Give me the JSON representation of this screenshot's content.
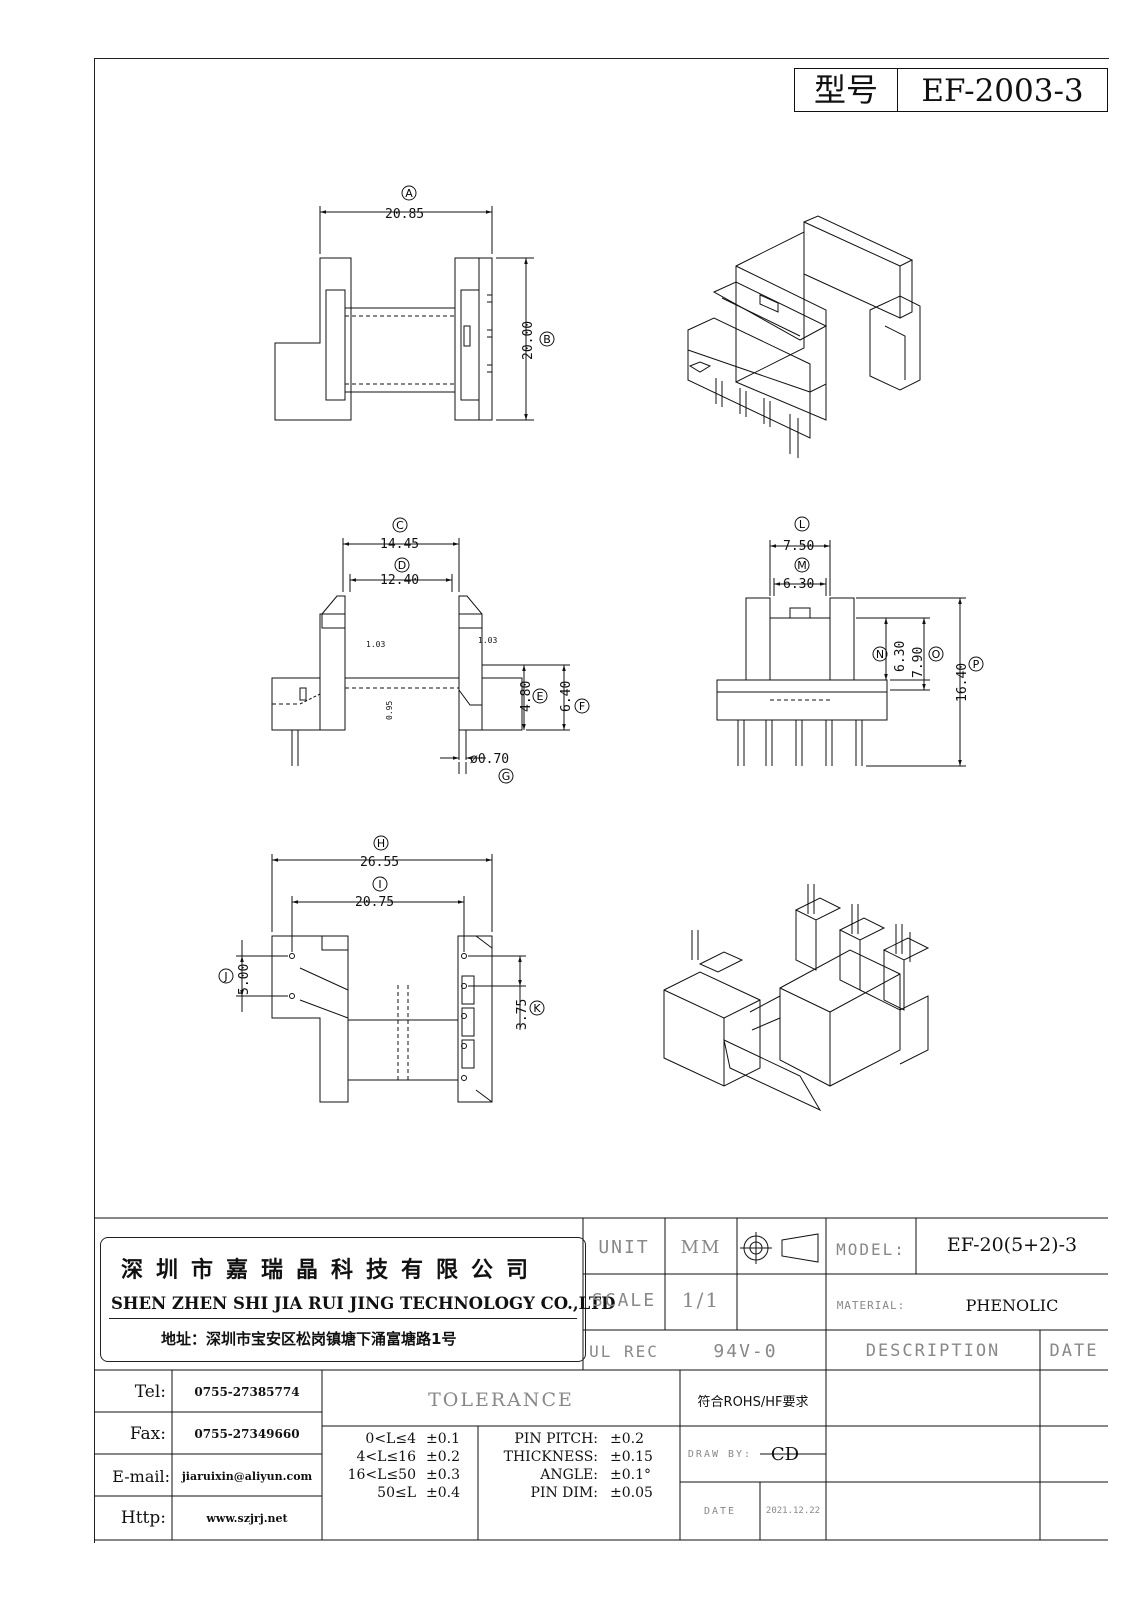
{
  "header": {
    "model_label": "型号",
    "model_value": "EF-2003-3"
  },
  "dimensions": {
    "A": {
      "letter": "A",
      "value": "20.85"
    },
    "B": {
      "letter": "B",
      "value": "20.00"
    },
    "C": {
      "letter": "C",
      "value": "14.45"
    },
    "D": {
      "letter": "D",
      "value": "12.40"
    },
    "E": {
      "letter": "E",
      "value": "4.80"
    },
    "F": {
      "letter": "F",
      "value": "6.40"
    },
    "G": {
      "letter": "G",
      "value": "ø0.70"
    },
    "H": {
      "letter": "H",
      "value": "26.55"
    },
    "I": {
      "letter": "I",
      "value": "20.75"
    },
    "J": {
      "letter": "J",
      "value": "5.00"
    },
    "K": {
      "letter": "K",
      "value": "3.75"
    },
    "L": {
      "letter": "L",
      "value": "7.50"
    },
    "M": {
      "letter": "M",
      "value": "6.30"
    },
    "N": {
      "letter": "N",
      "value": "6.30"
    },
    "O": {
      "letter": "O",
      "value": "7.90"
    },
    "P": {
      "letter": "P",
      "value": "16.40"
    },
    "small": {
      "flange_left": "1.03",
      "flange_right": "1.03",
      "slot": "0.95"
    }
  },
  "company": {
    "cn_name": "深圳市嘉瑞晶科技有限公司",
    "en_name": "SHEN ZHEN SHI   JIA RUI JING   TECHNOLOGY CO.,LTD",
    "address": "地址：深圳市宝安区松岗镇塘下涌富塘路1号"
  },
  "specs": {
    "unit_label": "UNIT",
    "unit_value": "MM",
    "scale_label": "SCALE",
    "scale_value": "1/1",
    "ul_label": "UL REC",
    "ul_value": "94V-0",
    "model_label": "MODEL:",
    "model_value": "EF-20(5+2)-3",
    "material_label": "MATERIAL:",
    "material_value": "PHENOLIC",
    "description_label": "DESCRIPTION",
    "date_label": "DATE",
    "rohs": "符合ROHS/HF要求",
    "draw_by_label": "DRAW BY:",
    "draw_by_value": "CD",
    "date_small_label": "DATE",
    "date_small_value": "2021.12.22"
  },
  "contact": {
    "tel_label": "Tel:",
    "tel": "0755-27385774",
    "fax_label": "Fax:",
    "fax": "0755-27349660",
    "email_label": "E-mail:",
    "email": "jiaruixin@aliyun.com",
    "http_label": "Http:",
    "http": "www.szjrj.net"
  },
  "tolerance": {
    "title": "TOLERANCE",
    "ranges": [
      {
        "range": "0<L≤4",
        "tol": "±0.1"
      },
      {
        "range": "4<L≤16",
        "tol": "±0.2"
      },
      {
        "range": "16<L≤50",
        "tol": "±0.3"
      },
      {
        "range": "50≤L",
        "tol": "±0.4"
      }
    ],
    "items": [
      {
        "name": "PIN PITCH:",
        "tol": "±0.2"
      },
      {
        "name": "THICKNESS:",
        "tol": "±0.15"
      },
      {
        "name": "ANGLE:",
        "tol": "±0.1°"
      },
      {
        "name": "PIN DIM:",
        "tol": "±0.05"
      }
    ]
  }
}
